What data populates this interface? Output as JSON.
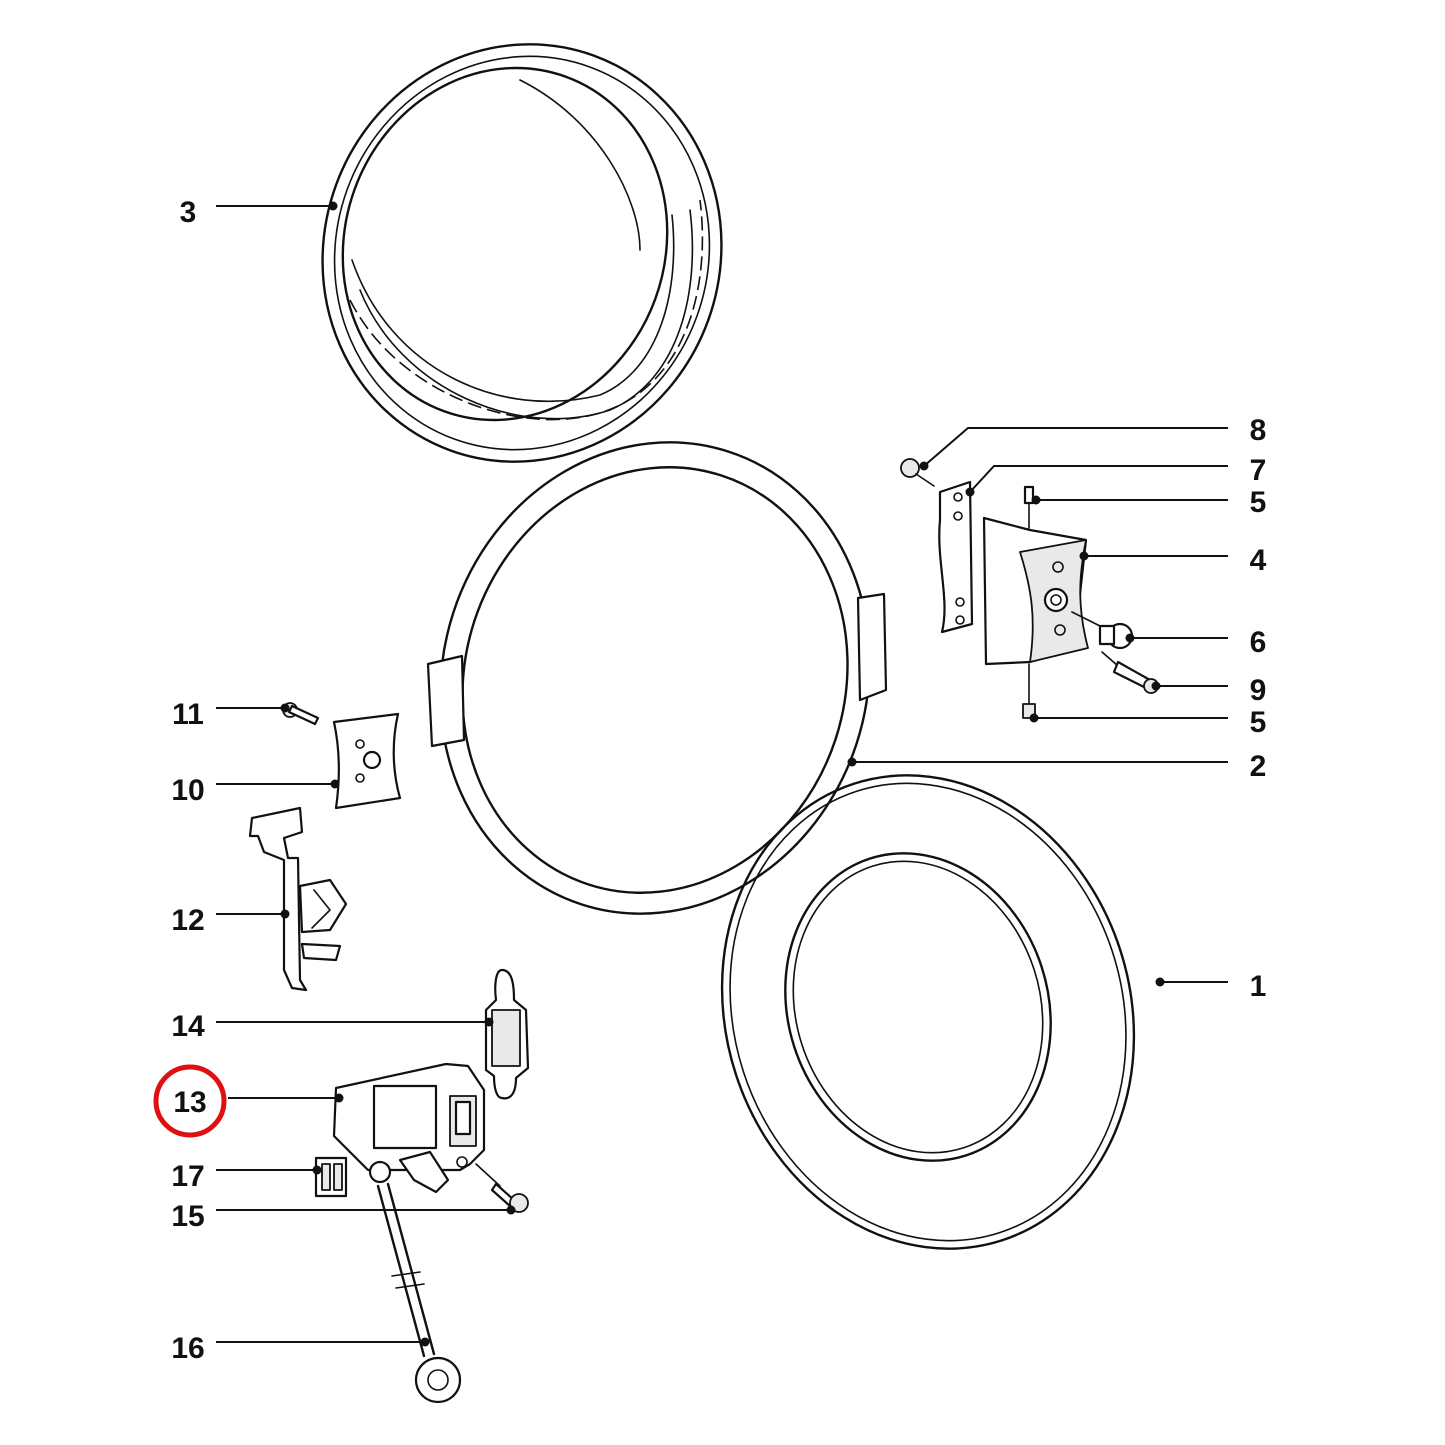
{
  "diagram": {
    "callouts": [
      {
        "id": "c3",
        "label": "3"
      },
      {
        "id": "c8",
        "label": "8"
      },
      {
        "id": "c7",
        "label": "7"
      },
      {
        "id": "c5a",
        "label": "5"
      },
      {
        "id": "c4",
        "label": "4"
      },
      {
        "id": "c6",
        "label": "6"
      },
      {
        "id": "c9",
        "label": "9"
      },
      {
        "id": "c5b",
        "label": "5"
      },
      {
        "id": "c2",
        "label": "2"
      },
      {
        "id": "c11",
        "label": "11"
      },
      {
        "id": "c10",
        "label": "10"
      },
      {
        "id": "c12",
        "label": "12"
      },
      {
        "id": "c1",
        "label": "1"
      },
      {
        "id": "c14",
        "label": "14"
      },
      {
        "id": "c13",
        "label": "13"
      },
      {
        "id": "c17",
        "label": "17"
      },
      {
        "id": "c15",
        "label": "15"
      },
      {
        "id": "c16",
        "label": "16"
      }
    ],
    "highlighted_callout": "13",
    "highlight_color": "#e01010"
  }
}
